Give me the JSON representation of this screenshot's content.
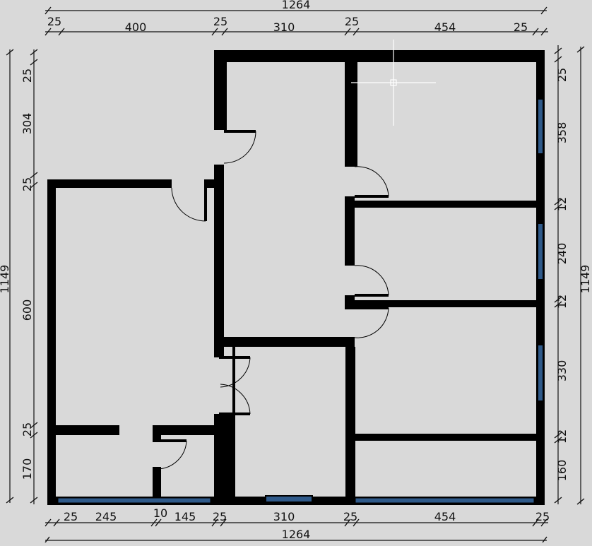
{
  "colors": {
    "background": "#d9d9d9",
    "wall": "#000000",
    "window": "#2f5a8a",
    "cursor": "#ffffff"
  },
  "dimensions": {
    "top_total": "1264",
    "top_segments": [
      "25",
      "400",
      "25",
      "310",
      "25",
      "454",
      "25"
    ],
    "bottom_total": "1264",
    "bottom_segments": [
      "25",
      "245",
      "10",
      "145",
      "25",
      "310",
      "25",
      "454",
      "25"
    ],
    "left_total": "1149",
    "left_segments": [
      "25",
      "304",
      "25",
      "600",
      "25",
      "170"
    ],
    "right_total": "1149",
    "right_segments": [
      "25",
      "358",
      "12",
      "240",
      "12",
      "330",
      "12",
      "160"
    ]
  }
}
